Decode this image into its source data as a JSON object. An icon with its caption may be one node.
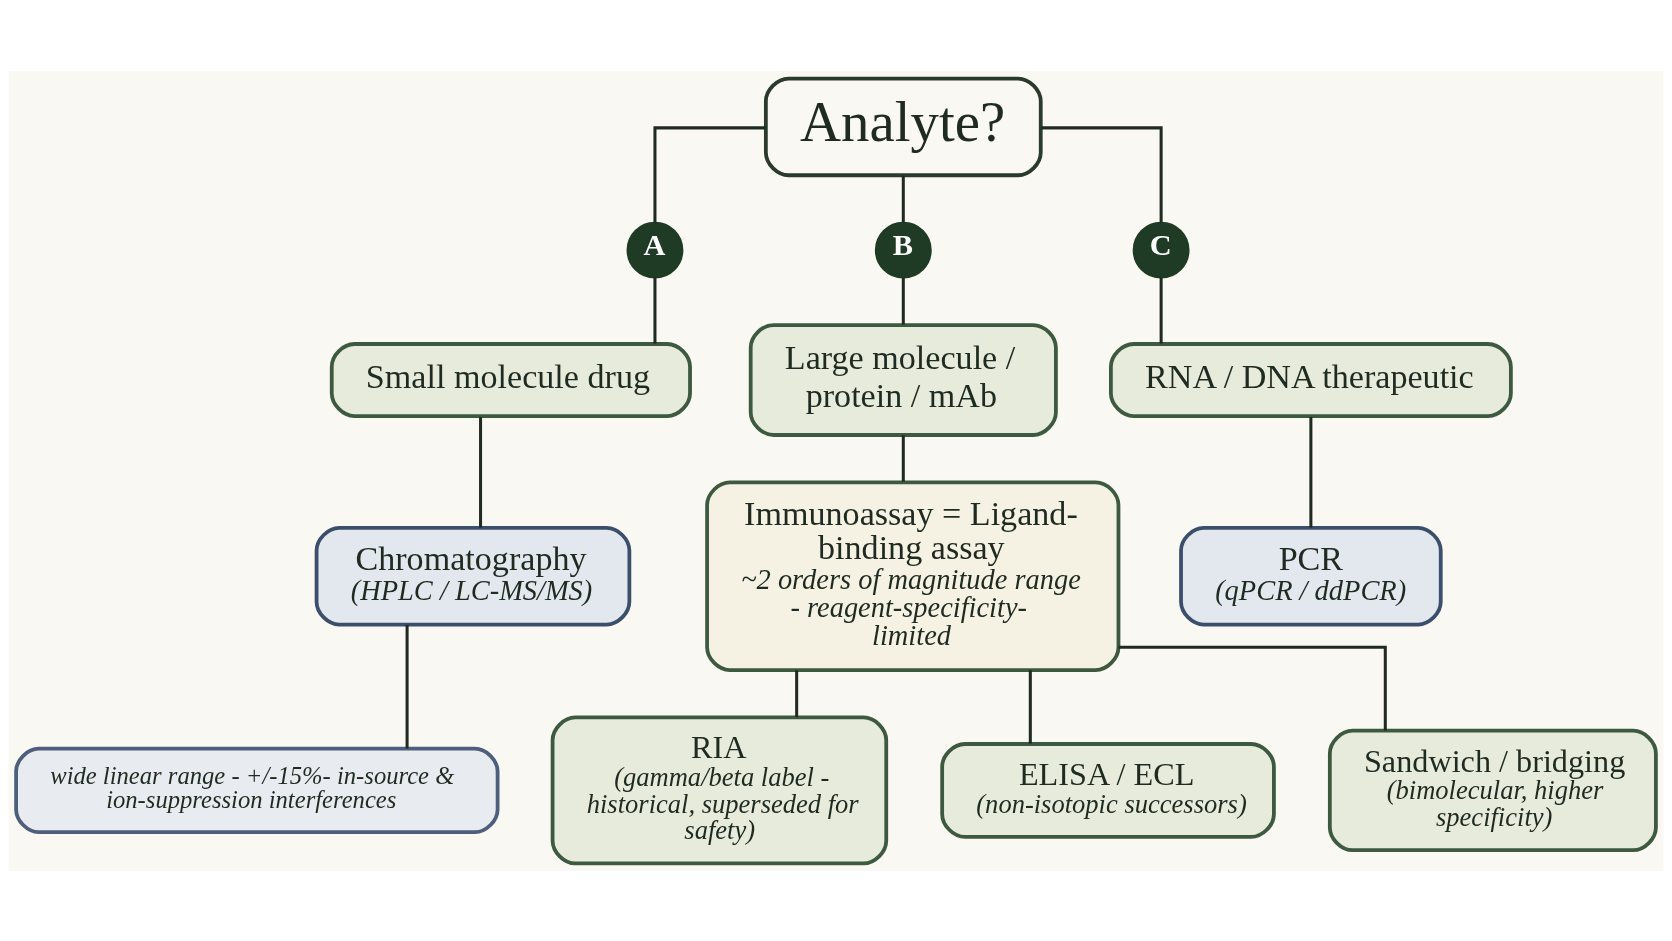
{
  "diagram": {
    "nodes": [
      {
        "text": [
          "Analyte?"
        ]
      },
      {
        "text": [
          "A"
        ]
      },
      {
        "text": [
          "B"
        ]
      },
      {
        "text": [
          "C"
        ]
      },
      {
        "text": [
          "Small molecule drug"
        ]
      },
      {
        "text": [
          "Large molecule / protein / mAb"
        ]
      },
      {
        "text": [
          "RNA / DNA therapeutic"
        ]
      },
      {
        "text": [
          "Chromatography",
          "(HPLC / LC-MS/MS)"
        ]
      },
      {
        "text": [
          "wide linear range - +/-15%- in-source & ion-suppression interferences"
        ]
      },
      {
        "text": [
          "Immunoassay = Ligand-binding assay",
          "~2 orders of magnitude range - reagent-specificity-limited"
        ]
      },
      {
        "text": [
          "PCR",
          "(qPCR / ddPCR)"
        ]
      },
      {
        "text": [
          "RIA",
          "(gamma/beta label - historical, superseded for safety)"
        ]
      },
      {
        "text": [
          "ELISA / ECL",
          "(non-isotopic successors)"
        ]
      },
      {
        "text": [
          "Sandwich / bridging",
          "(bimolecular, higher specificity)"
        ]
      }
    ],
    "edges": [
      {
        "from": 0,
        "to": 1,
        "arrow": "none"
      },
      {
        "from": 0,
        "to": 2,
        "arrow": "none"
      },
      {
        "from": 0,
        "to": 3,
        "arrow": "none"
      },
      {
        "from": 1,
        "to": 4,
        "arrow": "none"
      },
      {
        "from": 2,
        "to": 5,
        "arrow": "none"
      },
      {
        "from": 3,
        "to": 6,
        "arrow": "none"
      },
      {
        "from": 4,
        "to": 7,
        "arrow": "none"
      },
      {
        "from": 7,
        "to": 8,
        "arrow": "none"
      },
      {
        "from": 5,
        "to": 9,
        "arrow": "none"
      },
      {
        "from": 6,
        "to": 10,
        "arrow": "none"
      },
      {
        "from": 9,
        "to": 11,
        "arrow": "none"
      },
      {
        "from": 9,
        "to": 12,
        "arrow": "none"
      },
      {
        "from": 9,
        "to": 13,
        "arrow": "none"
      }
    ]
  }
}
